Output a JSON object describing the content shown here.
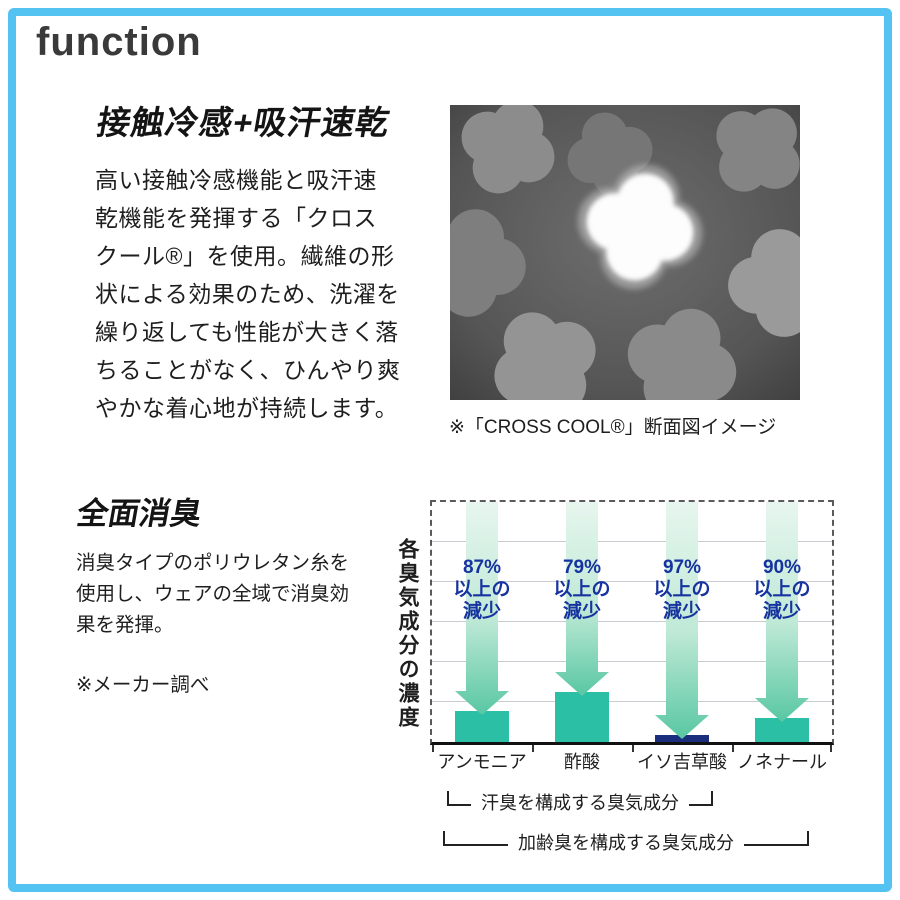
{
  "frame": {
    "border_color": "#54C3F1"
  },
  "header": {
    "title": "function"
  },
  "section_cooling": {
    "title": "接触冷感+吸汗速乾",
    "body": [
      "高い接触冷感機能と吸汗速",
      "乾機能を発揮する「クロス",
      "クール®」を使用。繊維の形",
      "状による効果のため、洗濯を",
      "繰り返しても性能が大きく落",
      "ちることがなく、ひんやり爽",
      "やかな着心地が持続します。"
    ],
    "image_caption": "※「CROSS COOL®」断面図イメージ"
  },
  "section_deodor": {
    "title": "全面消臭",
    "body": [
      "消臭タイプのポリウレタン糸を",
      "使用し、ウェアの全域で消臭効",
      "果を発揮。"
    ],
    "note": "※メーカー調べ"
  },
  "chart_data": {
    "type": "bar",
    "title": "",
    "ylabel": "各臭気成分の濃度",
    "categories": [
      "アンモニア",
      "酢酸",
      "イソ吉草酸",
      "ノネナール"
    ],
    "values": [
      13,
      21,
      3,
      10
    ],
    "ylim": [
      0,
      100
    ],
    "grid": true,
    "bar_colors": [
      "#2BBFA5",
      "#2BBFA5",
      "#1B2E7E",
      "#2BBFA5"
    ],
    "arrow_color_top": "#E7F6EE",
    "arrow_color_mid": "#BFE9D6",
    "arrow_color_bottom": "#58C7A3",
    "accent_blue": "#1733A0",
    "reductions": [
      {
        "pct": "87%",
        "line2": "以上の",
        "line3": "減少"
      },
      {
        "pct": "79%",
        "line2": "以上の",
        "line3": "減少"
      },
      {
        "pct": "97%",
        "line2": "以上の",
        "line3": "減少"
      },
      {
        "pct": "90%",
        "line2": "以上の",
        "line3": "減少"
      }
    ],
    "group_labels": [
      "汗臭を構成する臭気成分",
      "加齢臭を構成する臭気成分"
    ]
  }
}
